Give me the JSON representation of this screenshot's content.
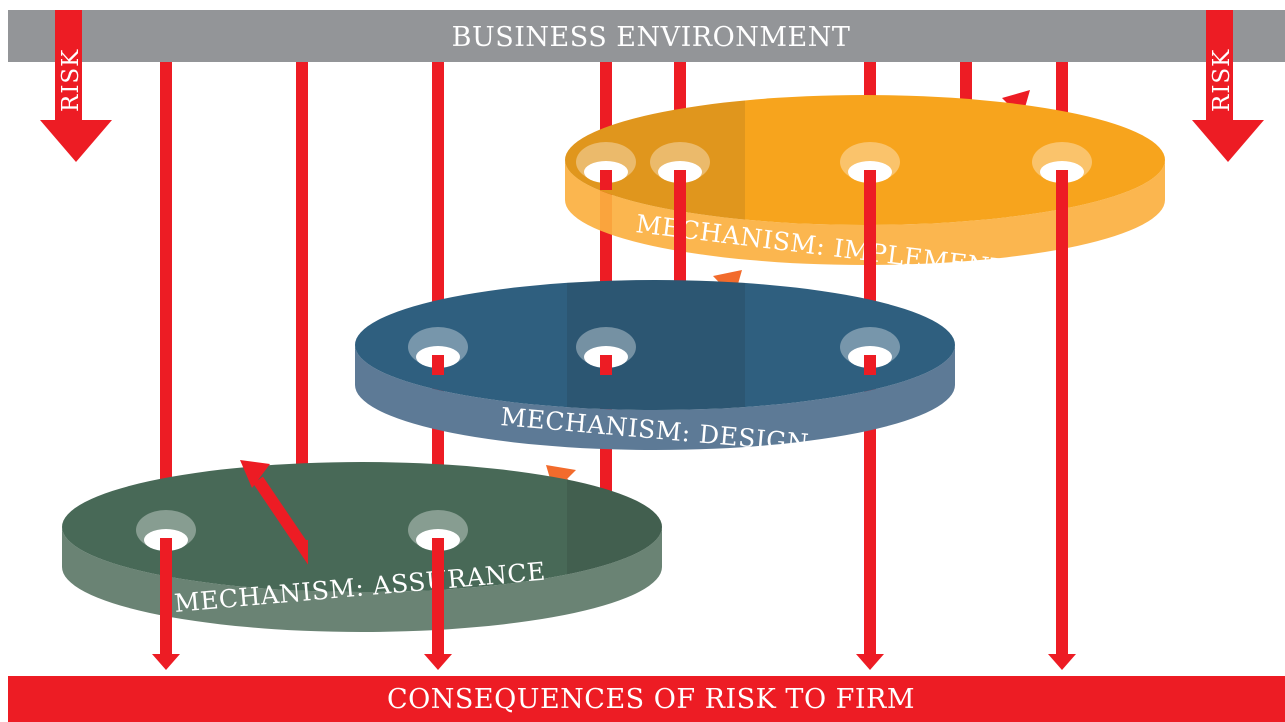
{
  "top_band": {
    "label": "BUSINESS ENVIRONMENT",
    "color": "#939598"
  },
  "bottom_band": {
    "label": "CONSEQUENCES OF RISK TO FIRM",
    "color": "#ed1c24"
  },
  "risk_arrows": {
    "left_label": "RISK",
    "right_label": "RISK",
    "color": "#ed1c24"
  },
  "mechanisms": [
    {
      "label": "MECHANISM: IMPLEMENTATION",
      "color": "#f7a41d"
    },
    {
      "label": "MECHANISM: DESIGN",
      "color": "#2f5f7f"
    },
    {
      "label": "MECHANISM: ASSURANCE",
      "color": "#486957"
    }
  ],
  "colors": {
    "risk_line": "#ed1c24",
    "feedback_arrow": "#f26b2c"
  }
}
